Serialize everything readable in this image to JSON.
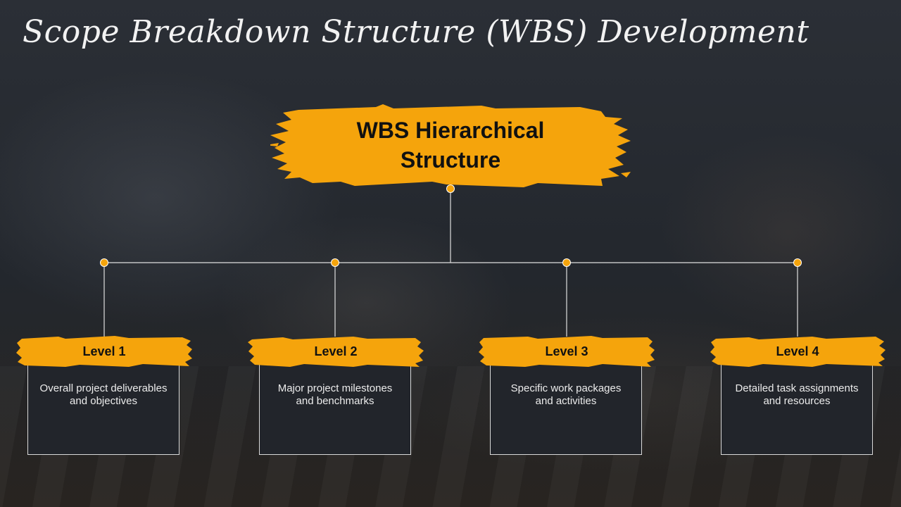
{
  "title": "Scope Breakdown Structure (WBS) Development",
  "root": {
    "label_line1": "WBS Hierarchical",
    "label_line2": "Structure"
  },
  "levels": [
    {
      "label": "Level 1",
      "desc_line1": "Overall project deliverables",
      "desc_line2": "and objectives"
    },
    {
      "label": "Level 2",
      "desc_line1": "Major project milestones",
      "desc_line2": "and benchmarks"
    },
    {
      "label": "Level 3",
      "desc_line1": "Specific work packages",
      "desc_line2": "and activities"
    },
    {
      "label": "Level 4",
      "desc_line1": "Detailed task assignments",
      "desc_line2": "and resources"
    }
  ],
  "colors": {
    "accent": "#f5a40c",
    "line": "#e0e0e0",
    "box_border": "#d9d9d9",
    "text_light": "#ececec",
    "text_dark": "#111111"
  }
}
